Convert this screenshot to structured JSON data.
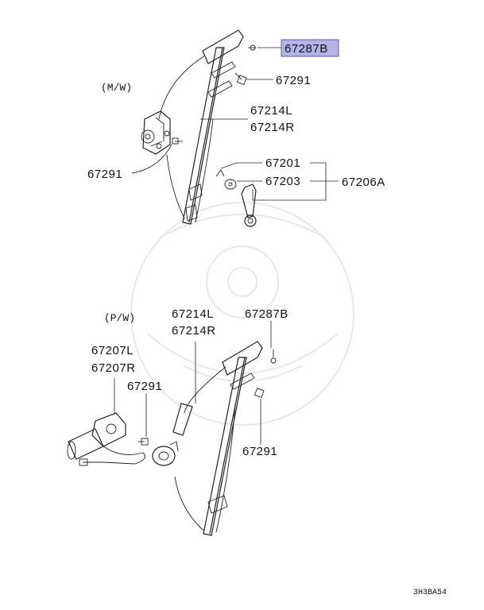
{
  "sections": {
    "manual": "(M/W)",
    "power": "(P/W)"
  },
  "labels": {
    "manual_top_screw": "67287B",
    "manual_bolt_upper": "67291",
    "manual_reg_l": "67214L",
    "manual_reg_r": "67214R",
    "manual_bolt_left": "67291",
    "manual_clip": "67201",
    "manual_washer": "67203",
    "manual_handle": "67206A",
    "power_reg_l": "67214L",
    "power_reg_r": "67214R",
    "power_screw": "67287B",
    "power_motor_l": "67207L",
    "power_motor_r": "67207R",
    "power_bolt_left": "67291",
    "power_bolt_right": "67291"
  },
  "code": "3H3BA54",
  "colors": {
    "highlight_fill": "#b3b3e6",
    "highlight_border": "#5a5ab0",
    "line": "#222222",
    "watermark": "#e8e8e8"
  }
}
